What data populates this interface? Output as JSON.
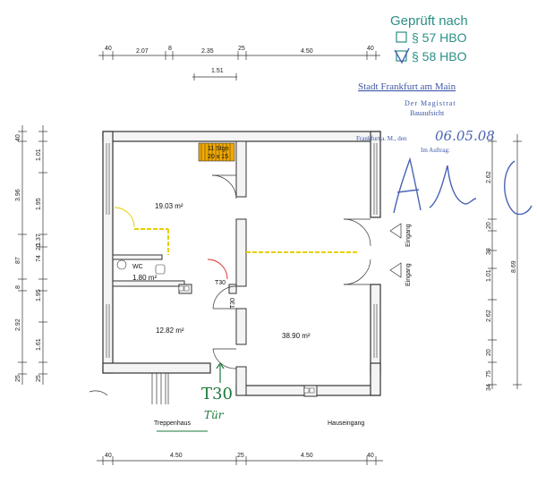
{
  "stamp": {
    "title": "Geprüft nach",
    "option1": "§ 57 HBO",
    "option2": "§ 58 HBO",
    "city": "Stadt Frankfurt am Main",
    "magistrat": "Der Magistrat",
    "office": "Bauaufsicht",
    "place_date": "Frankfurt a. M., den",
    "date": "06.05.08",
    "commission": "Im Auftrag:"
  },
  "top_dims": {
    "row1": [
      "40",
      "2.07",
      "8",
      "2.35",
      "25",
      "4.50",
      "40"
    ],
    "row2": "1.51"
  },
  "bottom_dims": [
    "40",
    "4.50",
    "25",
    "4.50",
    "40"
  ],
  "left_dims": {
    "outer": [
      "40",
      "3.96",
      "87",
      "8",
      "2.92",
      "25"
    ],
    "inner": [
      "1.01",
      "1.95",
      "1.37",
      "74",
      "1.95",
      "1.61",
      "25"
    ],
    "extra": "20"
  },
  "right_dims": {
    "outer": [
      "2.62",
      "1.01",
      "2.62",
      "34",
      "8.69"
    ],
    "inner": [
      "20",
      "38",
      "20",
      "75"
    ]
  },
  "rooms": {
    "r1": "19.03 m²",
    "r2": "1.80 m²",
    "r3": "12.82 m²",
    "r4": "38.90 m²"
  },
  "labels": {
    "stair": "11 Stgn",
    "stair_ratio": "20 x 15",
    "wc": "WC",
    "t30": "T30",
    "t30_side": "T30",
    "eingang1": "Eingang",
    "eingang2": "Eingang",
    "treppenhaus": "Treppenhaus",
    "hauseingang": "Hauseingang",
    "green_t30": "T30",
    "green_tuer": "Tür"
  },
  "colors": {
    "wall": "#333333",
    "stair_fill": "#f2a900",
    "yellow_line": "#e6d000",
    "stamp_green": "#2b8f86",
    "stamp_blue": "#3e58a8",
    "ink_green": "#1a7a3a"
  }
}
